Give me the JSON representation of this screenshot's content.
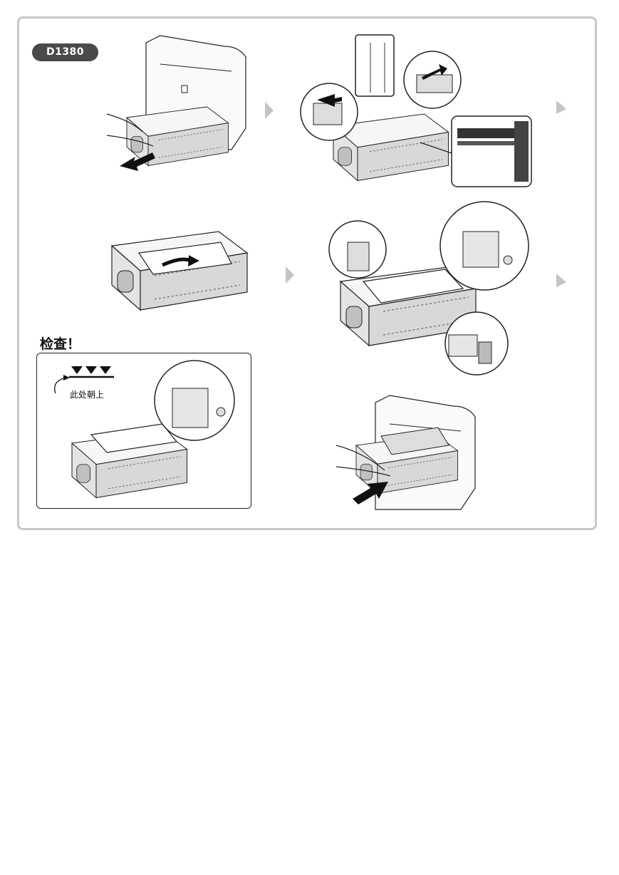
{
  "model_badge": "D1380",
  "check_section": {
    "title": "检查！",
    "face_up_label": "此处朝上"
  },
  "colors": {
    "frame_border": "#c8c8c8",
    "badge_bg": "#4a4a4a",
    "arrow_gray": "#c4c4c4",
    "drawing_gray": "#dcdcdc"
  },
  "icons": {
    "step_arrow_right": "right-arrow-icon",
    "step_arrow_down_left": "down-left-arrow-icon",
    "paper_level_marks": "triangle-marks-icon"
  }
}
